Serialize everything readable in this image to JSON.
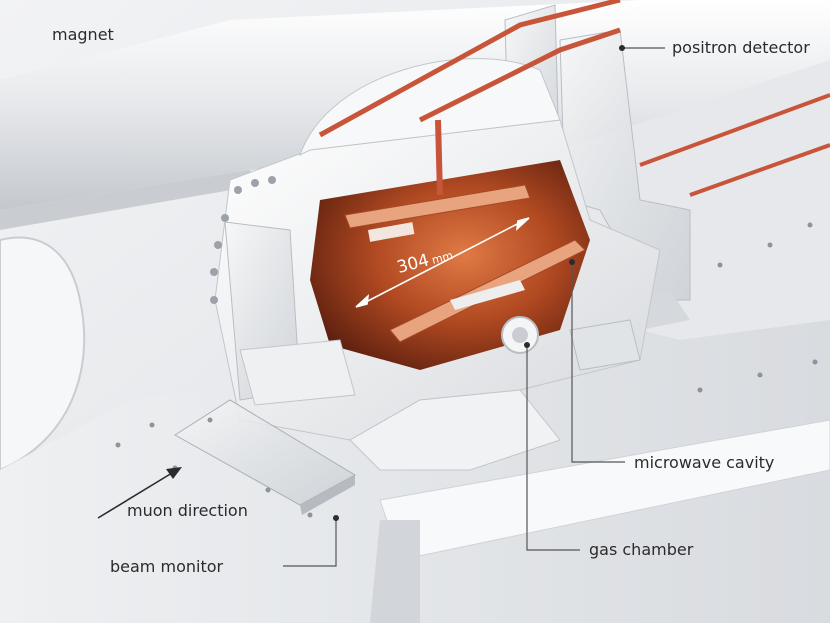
{
  "labels": {
    "magnet": "magnet",
    "positron_detector": "positron detector",
    "microwave_cavity": "microwave cavity",
    "gas_chamber": "gas chamber",
    "muon_direction": "muon direction",
    "beam_monitor": "beam monitor"
  },
  "dimension": {
    "value": "304",
    "unit": "mm"
  },
  "colors": {
    "background": "#e9ebed",
    "steel": "#f4f5f6",
    "steel_shadow": "#c9cdd2",
    "cavity_copper": "#b8502a",
    "cavity_dark": "#5a1c0c",
    "copper_pipe": "#c8553a",
    "leader_line": "#555555",
    "label_text": "#2b2b2b"
  }
}
